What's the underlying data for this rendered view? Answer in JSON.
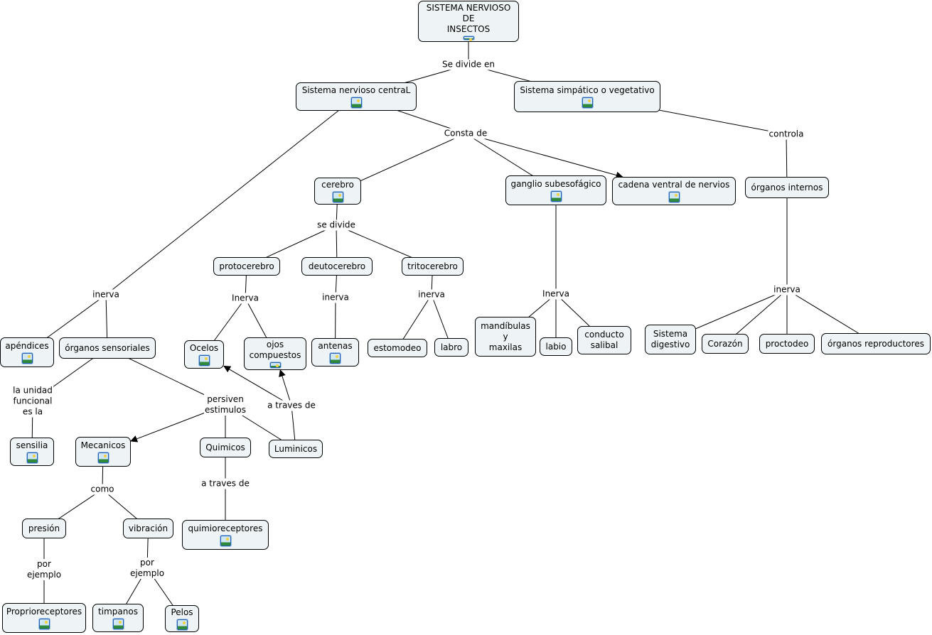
{
  "colors": {
    "node_fill": "#eef3f5",
    "node_border": "#000000",
    "line": "#000000",
    "image_icon": "#2a5fb0"
  },
  "nodes": [
    {
      "id": "root",
      "label": [
        "SISTEMA NERVIOSO",
        "DE",
        "INSECTOS"
      ],
      "image_icon": true
    },
    {
      "id": "snc",
      "label": [
        "Sistema nervioso centraL"
      ],
      "image_icon": true
    },
    {
      "id": "sns",
      "label": [
        "Sistema simpático o vegetativo"
      ],
      "image_icon": true
    },
    {
      "id": "cerebro",
      "label": [
        "cerebro"
      ],
      "image_icon": true
    },
    {
      "id": "ganglio",
      "label": [
        "ganglio subesofágico"
      ],
      "image_icon": true
    },
    {
      "id": "cadena",
      "label": [
        "cadena ventral de nervios"
      ],
      "image_icon": true
    },
    {
      "id": "orgint",
      "label": [
        "órganos internos"
      ],
      "image_icon": false
    },
    {
      "id": "proto",
      "label": [
        "protocerebro"
      ],
      "image_icon": false
    },
    {
      "id": "deuto",
      "label": [
        "deutocerebro"
      ],
      "image_icon": false
    },
    {
      "id": "trito",
      "label": [
        "tritocerebro"
      ],
      "image_icon": false
    },
    {
      "id": "apend",
      "label": [
        "apéndices"
      ],
      "image_icon": true
    },
    {
      "id": "orgsens",
      "label": [
        "órganos sensoriales"
      ],
      "image_icon": false
    },
    {
      "id": "ocelos",
      "label": [
        "Ocelos"
      ],
      "image_icon": true
    },
    {
      "id": "ojos",
      "label": [
        "ojos",
        "compuestos"
      ],
      "image_icon": true
    },
    {
      "id": "antenas",
      "label": [
        "antenas"
      ],
      "image_icon": true
    },
    {
      "id": "estomodeo",
      "label": [
        "estomodeo"
      ],
      "image_icon": false
    },
    {
      "id": "labro",
      "label": [
        "labro"
      ],
      "image_icon": false
    },
    {
      "id": "mandibulas",
      "label": [
        "mandíbulas",
        "y",
        "maxilas"
      ],
      "image_icon": false
    },
    {
      "id": "labio",
      "label": [
        "labio"
      ],
      "image_icon": false
    },
    {
      "id": "conducto",
      "label": [
        "conducto",
        "salibal"
      ],
      "image_icon": false
    },
    {
      "id": "sistdig",
      "label": [
        "Sistema",
        "digestivo"
      ],
      "image_icon": false
    },
    {
      "id": "corazon",
      "label": [
        "Corazón"
      ],
      "image_icon": false
    },
    {
      "id": "proctodeo",
      "label": [
        "proctodeo"
      ],
      "image_icon": false
    },
    {
      "id": "orgrep",
      "label": [
        "órganos reproductores"
      ],
      "image_icon": false
    },
    {
      "id": "sensilia",
      "label": [
        "sensilia"
      ],
      "image_icon": true
    },
    {
      "id": "mecanicos",
      "label": [
        "Mecanicos"
      ],
      "image_icon": true
    },
    {
      "id": "quimicos",
      "label": [
        "Quimicos"
      ],
      "image_icon": false
    },
    {
      "id": "luminicos",
      "label": [
        "Luminicos"
      ],
      "image_icon": false
    },
    {
      "id": "presion",
      "label": [
        "presión"
      ],
      "image_icon": false
    },
    {
      "id": "vibracion",
      "label": [
        "vibración"
      ],
      "image_icon": false
    },
    {
      "id": "quimio",
      "label": [
        "quimioreceptores"
      ],
      "image_icon": true
    },
    {
      "id": "proprio",
      "label": [
        "Proprioreceptores"
      ],
      "image_icon": true
    },
    {
      "id": "timpanos",
      "label": [
        "timpanos"
      ],
      "image_icon": true
    },
    {
      "id": "pelos",
      "label": [
        "Pelos"
      ],
      "image_icon": true
    }
  ],
  "phrases": [
    {
      "id": "p_divide",
      "label": [
        "Se divide en"
      ]
    },
    {
      "id": "p_consta",
      "label": [
        "Consta de"
      ]
    },
    {
      "id": "p_controla",
      "label": [
        "controla"
      ]
    },
    {
      "id": "p_sedivide",
      "label": [
        "se divide"
      ]
    },
    {
      "id": "p_inerva_snc",
      "label": [
        "inerva"
      ]
    },
    {
      "id": "p_inerva_proto",
      "label": [
        "Inerva"
      ]
    },
    {
      "id": "p_inerva_deuto",
      "label": [
        "inerva"
      ]
    },
    {
      "id": "p_inerva_trito",
      "label": [
        "inerva"
      ]
    },
    {
      "id": "p_inerva_ganglio",
      "label": [
        "Inerva"
      ]
    },
    {
      "id": "p_inerva_orgint",
      "label": [
        "inerva"
      ]
    },
    {
      "id": "p_unidad",
      "label": [
        "la unidad",
        "funcional",
        "es la"
      ]
    },
    {
      "id": "p_persiven",
      "label": [
        "persiven",
        "estimulos"
      ]
    },
    {
      "id": "p_traves_lum",
      "label": [
        "a traves de"
      ]
    },
    {
      "id": "p_como",
      "label": [
        "como"
      ]
    },
    {
      "id": "p_traves_quim",
      "label": [
        "a traves de"
      ]
    },
    {
      "id": "p_ejemplo_pres",
      "label": [
        "por",
        "ejemplo"
      ]
    },
    {
      "id": "p_ejemplo_vib",
      "label": [
        "por",
        "ejemplo"
      ]
    }
  ],
  "links": [
    [
      "root",
      "p_divide",
      false
    ],
    [
      "p_divide",
      "snc",
      false
    ],
    [
      "p_divide",
      "sns",
      false
    ],
    [
      "snc",
      "p_consta",
      false
    ],
    [
      "p_consta",
      "cerebro",
      false
    ],
    [
      "p_consta",
      "ganglio",
      false
    ],
    [
      "p_consta",
      "cadena",
      true
    ],
    [
      "sns",
      "p_controla",
      false
    ],
    [
      "p_controla",
      "orgint",
      false
    ],
    [
      "cerebro",
      "p_sedivide",
      false
    ],
    [
      "p_sedivide",
      "proto",
      false
    ],
    [
      "p_sedivide",
      "deuto",
      false
    ],
    [
      "p_sedivide",
      "trito",
      false
    ],
    [
      "snc",
      "p_inerva_snc",
      false
    ],
    [
      "p_inerva_snc",
      "apend",
      false
    ],
    [
      "p_inerva_snc",
      "orgsens",
      false
    ],
    [
      "proto",
      "p_inerva_proto",
      false
    ],
    [
      "p_inerva_proto",
      "ocelos",
      false
    ],
    [
      "p_inerva_proto",
      "ojos",
      false
    ],
    [
      "deuto",
      "p_inerva_deuto",
      false
    ],
    [
      "p_inerva_deuto",
      "antenas",
      false
    ],
    [
      "trito",
      "p_inerva_trito",
      false
    ],
    [
      "p_inerva_trito",
      "estomodeo",
      false
    ],
    [
      "p_inerva_trito",
      "labro",
      false
    ],
    [
      "ganglio",
      "p_inerva_ganglio",
      false
    ],
    [
      "p_inerva_ganglio",
      "mandibulas",
      false
    ],
    [
      "p_inerva_ganglio",
      "labio",
      false
    ],
    [
      "p_inerva_ganglio",
      "conducto",
      false
    ],
    [
      "orgint",
      "p_inerva_orgint",
      false
    ],
    [
      "p_inerva_orgint",
      "sistdig",
      false
    ],
    [
      "p_inerva_orgint",
      "corazon",
      false
    ],
    [
      "p_inerva_orgint",
      "proctodeo",
      false
    ],
    [
      "p_inerva_orgint",
      "orgrep",
      false
    ],
    [
      "orgsens",
      "p_unidad",
      false
    ],
    [
      "p_unidad",
      "sensilia",
      false
    ],
    [
      "orgsens",
      "p_persiven",
      false
    ],
    [
      "p_persiven",
      "mecanicos",
      true
    ],
    [
      "p_persiven",
      "quimicos",
      false
    ],
    [
      "p_persiven",
      "luminicos",
      false
    ],
    [
      "luminicos",
      "p_traves_lum",
      false
    ],
    [
      "p_traves_lum",
      "ocelos",
      true
    ],
    [
      "p_traves_lum",
      "ojos",
      true
    ],
    [
      "mecanicos",
      "p_como",
      false
    ],
    [
      "p_como",
      "presion",
      false
    ],
    [
      "p_como",
      "vibracion",
      false
    ],
    [
      "quimicos",
      "p_traves_quim",
      false
    ],
    [
      "p_traves_quim",
      "quimio",
      false
    ],
    [
      "presion",
      "p_ejemplo_pres",
      false
    ],
    [
      "p_ejemplo_pres",
      "proprio",
      false
    ],
    [
      "vibracion",
      "p_ejemplo_vib",
      false
    ],
    [
      "p_ejemplo_vib",
      "timpanos",
      false
    ],
    [
      "p_ejemplo_vib",
      "pelos",
      false
    ]
  ]
}
